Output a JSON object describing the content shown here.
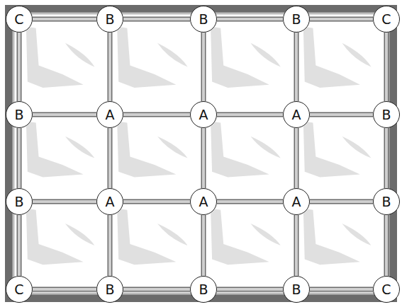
{
  "diagram": {
    "nodes": [
      {
        "text": [
          "C"
        ]
      },
      {
        "text": [
          "B"
        ]
      },
      {
        "text": [
          "B"
        ]
      },
      {
        "text": [
          "B"
        ]
      },
      {
        "text": [
          "C"
        ]
      },
      {
        "text": [
          "B"
        ]
      },
      {
        "text": [
          "A"
        ]
      },
      {
        "text": [
          "A"
        ]
      },
      {
        "text": [
          "A"
        ]
      },
      {
        "text": [
          "B"
        ]
      },
      {
        "text": [
          "B"
        ]
      },
      {
        "text": [
          "A"
        ]
      },
      {
        "text": [
          "A"
        ]
      },
      {
        "text": [
          "A"
        ]
      },
      {
        "text": [
          "B"
        ]
      },
      {
        "text": [
          "C"
        ]
      },
      {
        "text": [
          "B"
        ]
      },
      {
        "text": [
          "B"
        ]
      },
      {
        "text": [
          "B"
        ]
      },
      {
        "text": [
          "C"
        ]
      }
    ],
    "edges": [
      {
        "from": 0,
        "to": 1,
        "arrow": "none"
      },
      {
        "from": 1,
        "to": 2,
        "arrow": "none"
      },
      {
        "from": 2,
        "to": 3,
        "arrow": "none"
      },
      {
        "from": 3,
        "to": 4,
        "arrow": "none"
      },
      {
        "from": 5,
        "to": 6,
        "arrow": "none"
      },
      {
        "from": 6,
        "to": 7,
        "arrow": "none"
      },
      {
        "from": 7,
        "to": 8,
        "arrow": "none"
      },
      {
        "from": 8,
        "to": 9,
        "arrow": "none"
      },
      {
        "from": 10,
        "to": 11,
        "arrow": "none"
      },
      {
        "from": 11,
        "to": 12,
        "arrow": "none"
      },
      {
        "from": 12,
        "to": 13,
        "arrow": "none"
      },
      {
        "from": 13,
        "to": 14,
        "arrow": "none"
      },
      {
        "from": 15,
        "to": 16,
        "arrow": "none"
      },
      {
        "from": 16,
        "to": 17,
        "arrow": "none"
      },
      {
        "from": 17,
        "to": 18,
        "arrow": "none"
      },
      {
        "from": 18,
        "to": 19,
        "arrow": "none"
      },
      {
        "from": 0,
        "to": 5,
        "arrow": "none"
      },
      {
        "from": 1,
        "to": 6,
        "arrow": "none"
      },
      {
        "from": 2,
        "to": 7,
        "arrow": "none"
      },
      {
        "from": 3,
        "to": 8,
        "arrow": "none"
      },
      {
        "from": 4,
        "to": 9,
        "arrow": "none"
      },
      {
        "from": 5,
        "to": 10,
        "arrow": "none"
      },
      {
        "from": 6,
        "to": 11,
        "arrow": "none"
      },
      {
        "from": 7,
        "to": 12,
        "arrow": "none"
      },
      {
        "from": 8,
        "to": 13,
        "arrow": "none"
      },
      {
        "from": 9,
        "to": 14,
        "arrow": "none"
      },
      {
        "from": 10,
        "to": 15,
        "arrow": "none"
      },
      {
        "from": 11,
        "to": 16,
        "arrow": "none"
      },
      {
        "from": 12,
        "to": 17,
        "arrow": "none"
      },
      {
        "from": 13,
        "to": 18,
        "arrow": "none"
      },
      {
        "from": 14,
        "to": 19,
        "arrow": "none"
      }
    ]
  }
}
